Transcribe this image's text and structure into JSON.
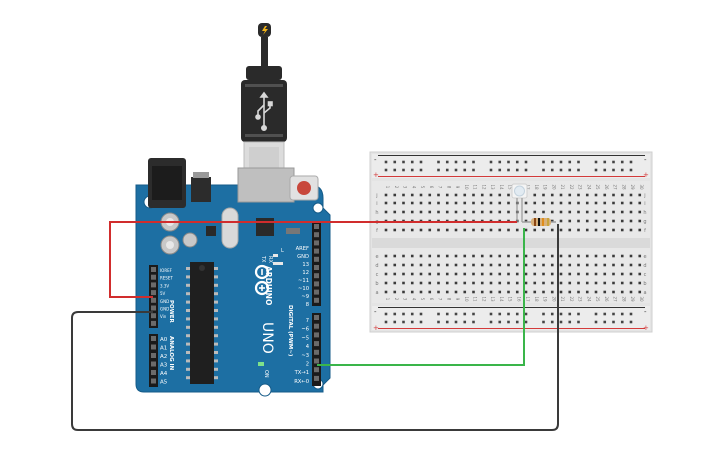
{
  "canvas": {
    "background": "#ffffff"
  },
  "usb_cable": {
    "plug_icon": "usb-lightning-icon"
  },
  "arduino": {
    "brand": "ARDUINO",
    "model": "UNO",
    "tx_label": "TX",
    "rx_label": "RX",
    "l_label": "L",
    "on_label": "ON",
    "power_header_label": "POWER",
    "analog_header_label": "ANALOG IN",
    "digital_header_label": "DIGITAL (PWM~)",
    "power_pins": [
      "IOREF",
      "RESET",
      "3.3V",
      "5V",
      "GND",
      "GND",
      "Vin"
    ],
    "analog_pins": [
      "A0",
      "A1",
      "A2",
      "A3",
      "A4",
      "A5"
    ],
    "digital_upper_pins": [
      "AREF",
      "GND",
      "13",
      "12",
      "~11",
      "~10",
      "~9",
      "8"
    ],
    "digital_lower_pins": [
      "7",
      "~6",
      "~5",
      "4",
      "~3",
      "2",
      "TX→1",
      "RX←0"
    ],
    "board_color": "#1d6fa3",
    "board_edge_color": "#155b88"
  },
  "breadboard": {
    "column_numbers": [
      1,
      2,
      3,
      4,
      5,
      6,
      7,
      8,
      9,
      10,
      11,
      12,
      13,
      14,
      15,
      16,
      17,
      18,
      19,
      20,
      21,
      22,
      23,
      24,
      25,
      26,
      27,
      28,
      29,
      30
    ],
    "row_letters_top": [
      "j",
      "i",
      "h",
      "g",
      "f"
    ],
    "row_letters_bottom": [
      "e",
      "d",
      "c",
      "b",
      "a"
    ],
    "rail_plus": "+",
    "rail_minus": "-",
    "body_color": "#e6e6e6",
    "rail_red": "#d33a3a",
    "rail_dark": "#333333"
  },
  "components": {
    "photoresistor_icon": "photoresistor-icon",
    "resistor_icon": "resistor-icon"
  },
  "wires": {
    "red_color": "#d12d2d",
    "green_color": "#3ab54a",
    "black_color": "#3a3a3a"
  }
}
